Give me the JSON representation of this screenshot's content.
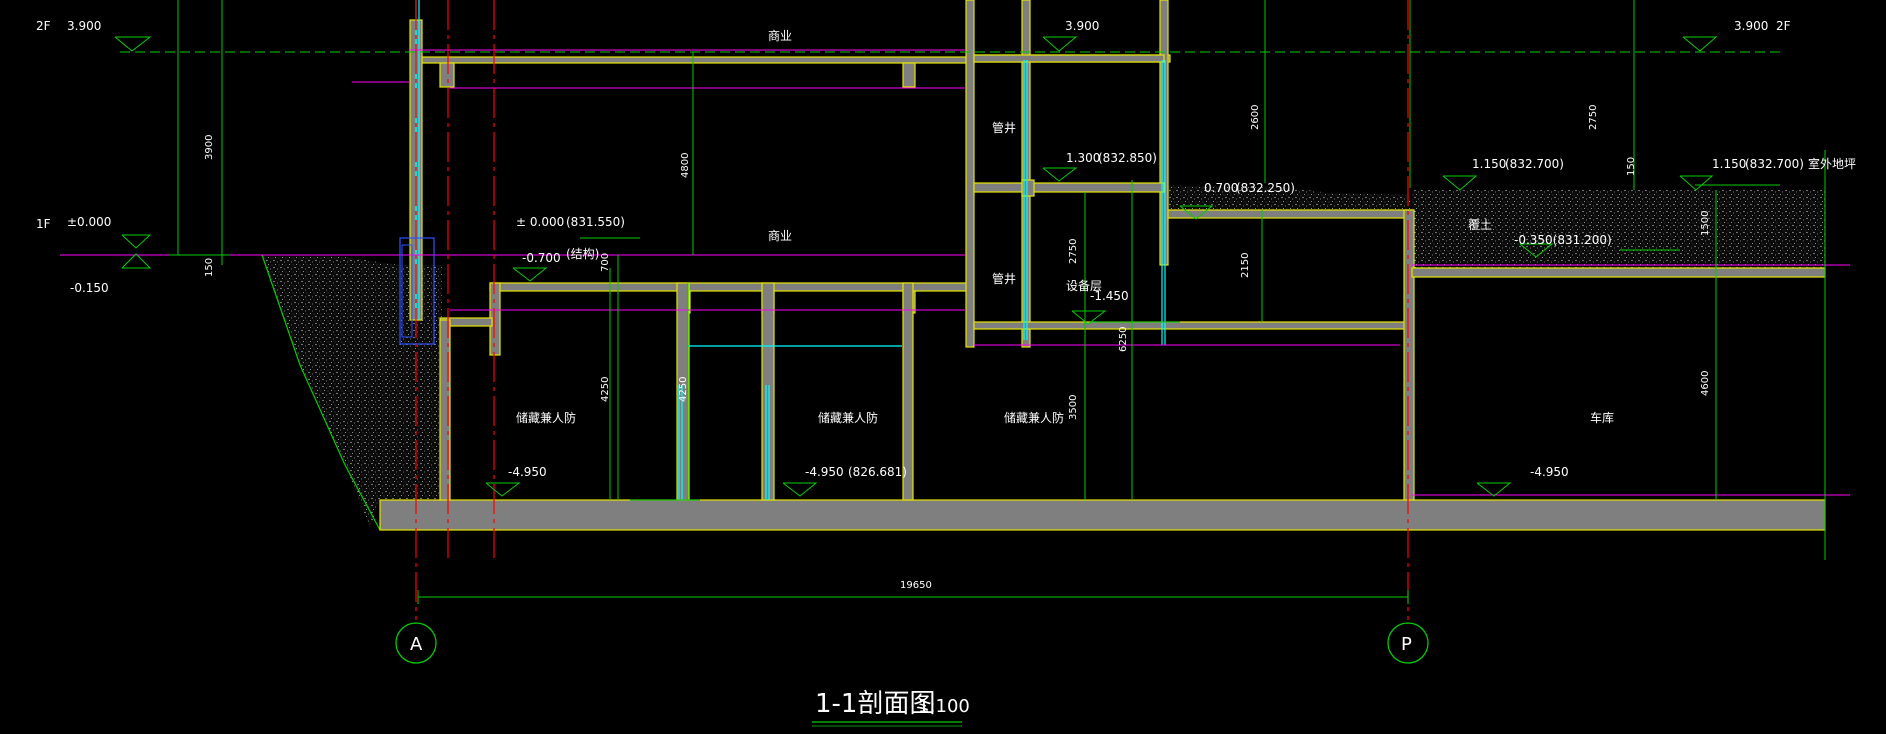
{
  "title": {
    "main": "1-1剖面图",
    "scale": "1:100"
  },
  "floors": {
    "f2": "2F",
    "f1": "1F"
  },
  "elevations": {
    "l_2f": "3.900",
    "m_2f": "3.900",
    "r_2f": "3.900",
    "l_1f": "±0.000",
    "l_neg": "-0.150",
    "e_mid_a": "± 0.000",
    "e_mid_a_abs": "(831.550)",
    "e_mid_b": "-0.700",
    "e_mid_b_note": "(结构)",
    "e_1300": "1.300",
    "e_1300_abs": "(832.850)",
    "e_0700": "0.700",
    "e_0700_abs": "(832.250)",
    "e_1150a": "1.150",
    "e_1150a_abs": "(832.700)",
    "e_1150b": "1.150",
    "e_1150b_abs": "(832.700)",
    "e_fill": "-0.350(831.200)",
    "e_1450": "-1.450",
    "e_b1": "-4.950",
    "e_b2": "-4.950",
    "e_b2_abs": "(826.681)",
    "e_b3": "-4.950"
  },
  "rooms": {
    "shop1": "商业",
    "shop2": "商业",
    "shaft1": "管井",
    "shaft2": "管井",
    "equip": "设备层",
    "store1": "储藏兼人防",
    "store2": "储藏兼人防",
    "store3": "储藏兼人防",
    "garage": "车库",
    "soil": "覆土",
    "outdoor": "室外地坪"
  },
  "dimensions": {
    "d3900": "3900",
    "d150a": "150",
    "d4800": "4800",
    "d700": "700",
    "d4250a": "4250",
    "d4250b": "4250",
    "d2600": "2600",
    "d2750a": "2750",
    "d2750b": "2750",
    "d2150": "2150",
    "d6250": "6250",
    "d3500": "3500",
    "d150b": "150",
    "d1500": "1500",
    "d4600": "4600",
    "d19650": "19650"
  },
  "axes": {
    "a": "A",
    "p": "P"
  },
  "colors": {
    "background": "#000000",
    "dim": "#00cc00",
    "wall_fill": "#7f7f7f",
    "wall_edge": "#e6e600",
    "magenta": "#ff00ff",
    "red": "#ff0000",
    "cyan": "#00ffff",
    "blue": "#3050ff",
    "text": "#ffffff"
  }
}
